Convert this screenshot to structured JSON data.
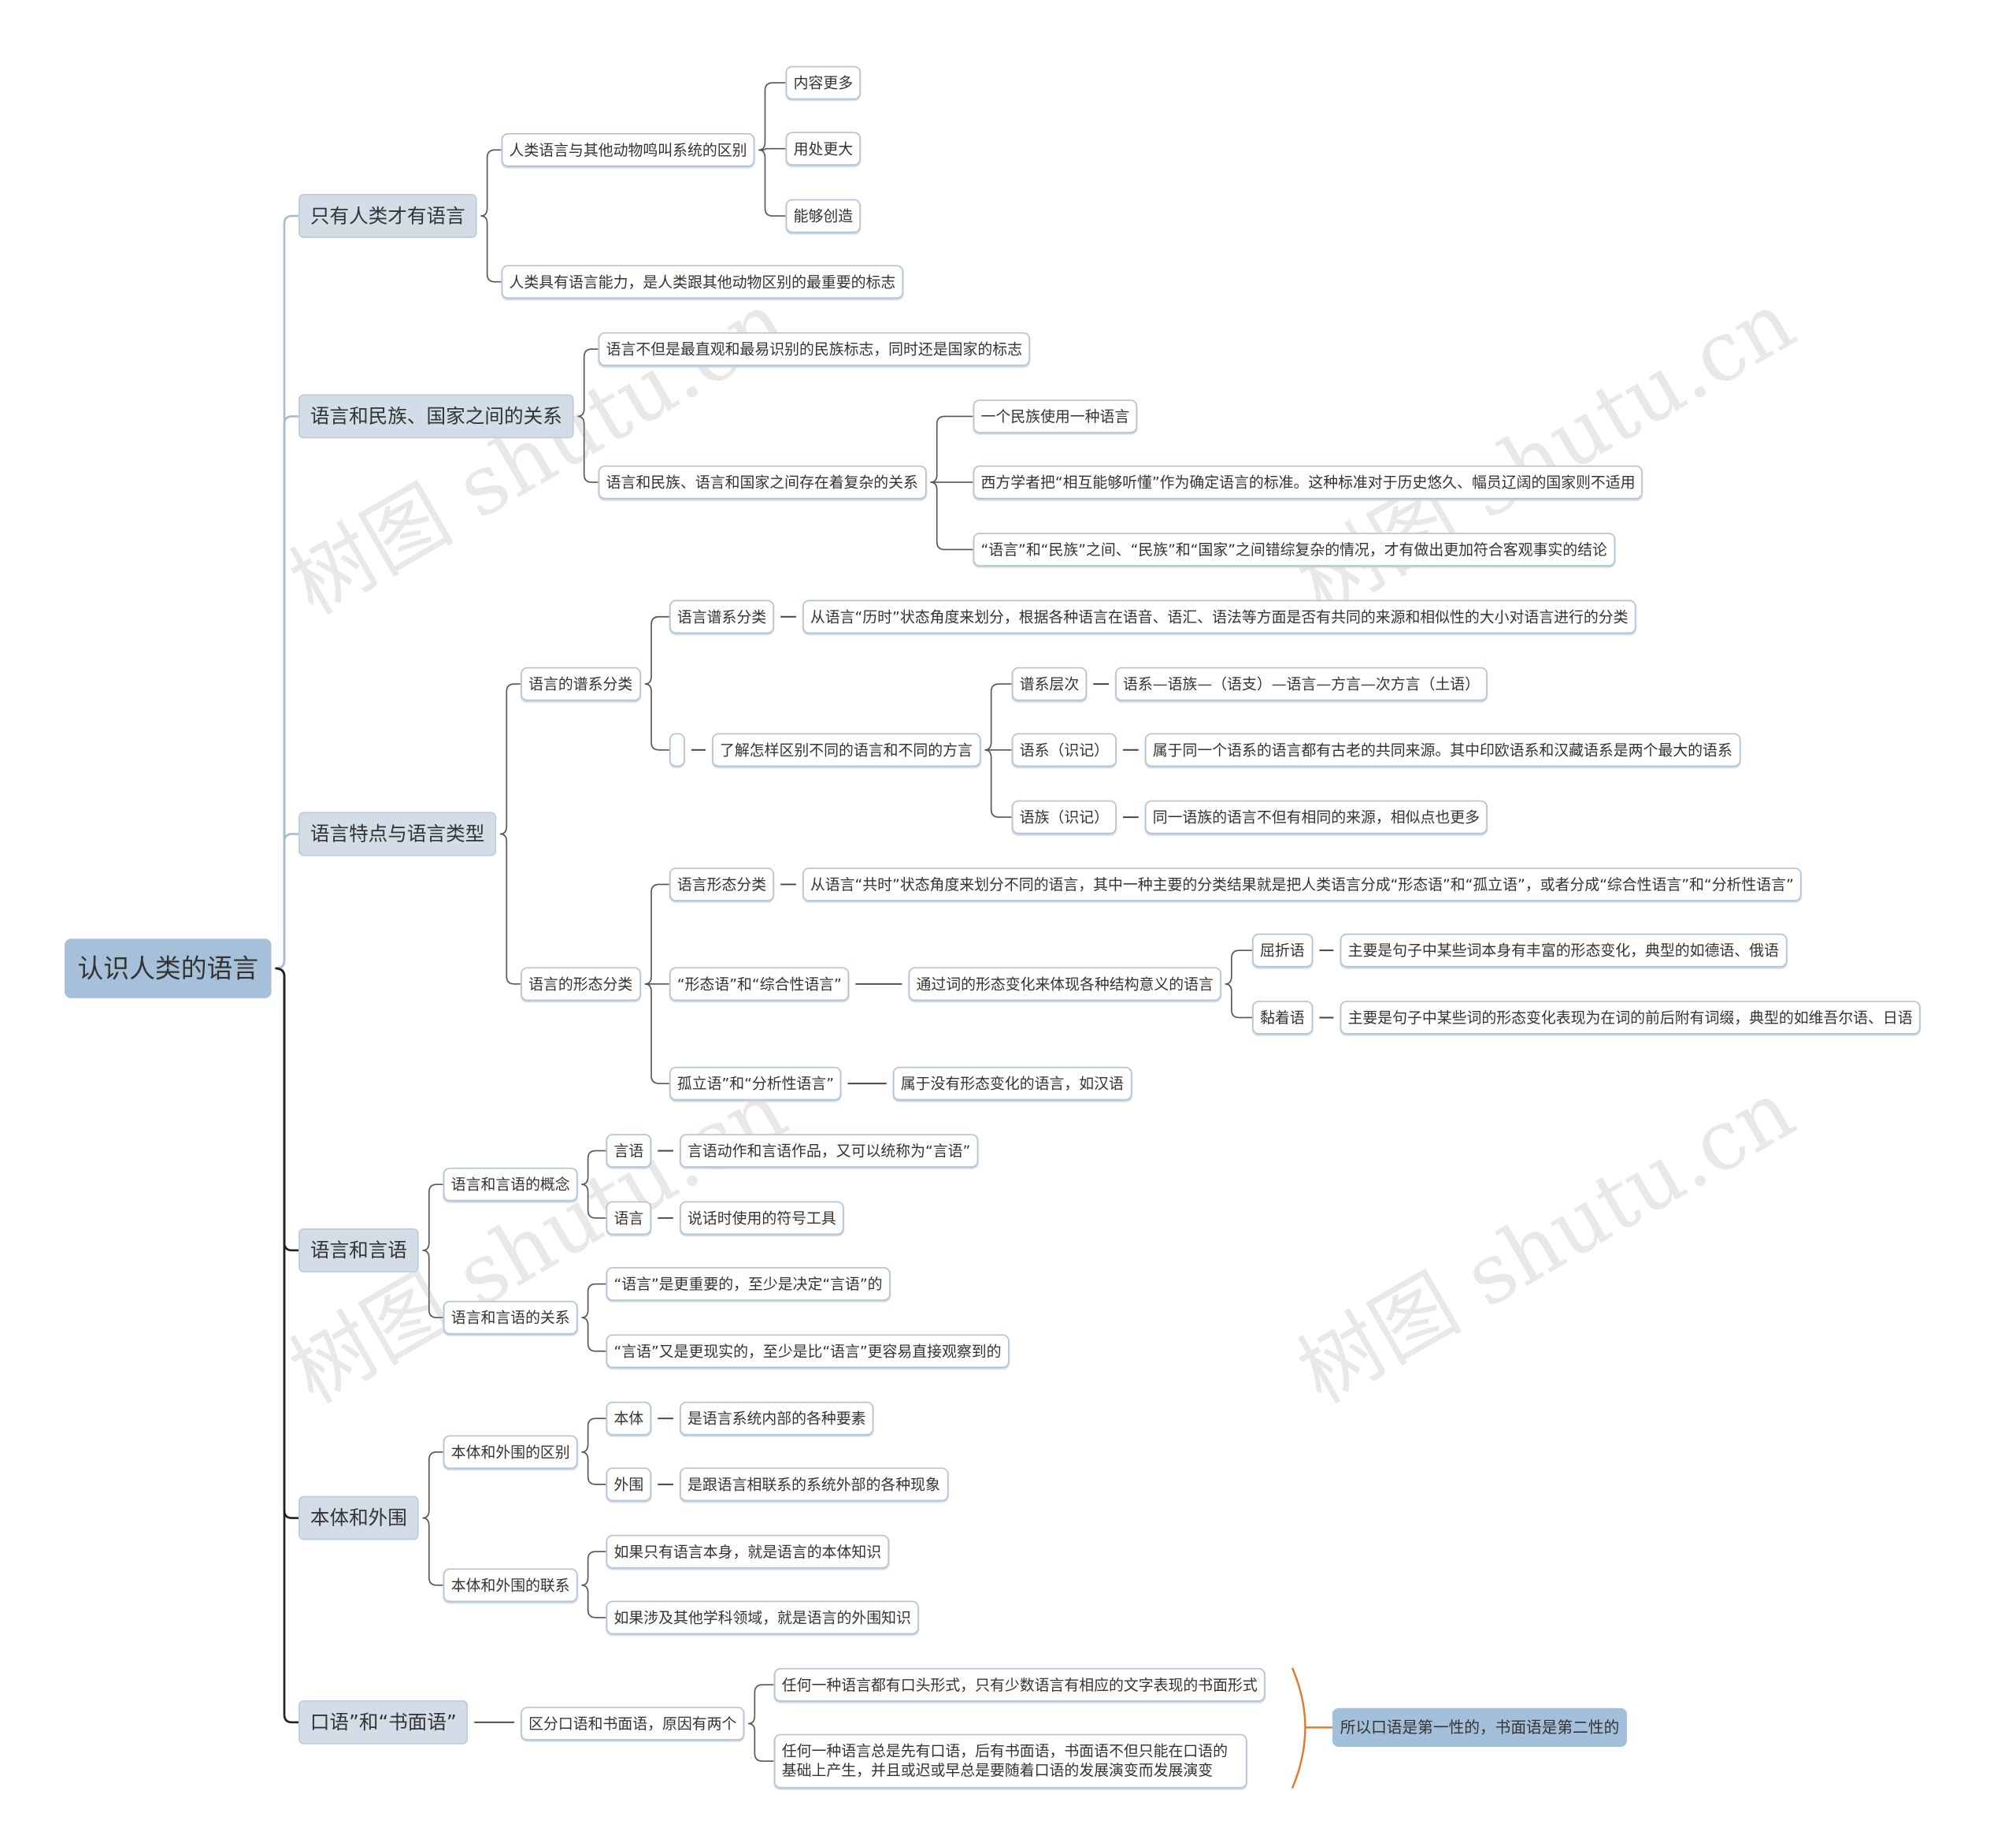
{
  "root": "认识人类的语言",
  "watermark": "树图 shutu.cn",
  "nodes": {
    "a": "只有人类才有语言",
    "a1": "人类语言与其他动物鸣叫系统的区别",
    "a1a": "内容更多",
    "a1b": "用处更大",
    "a1c": "能够创造",
    "a2": "人类具有语言能力，是人类跟其他动物区别的最重要的标志",
    "b": "语言和民族、国家之间的关系",
    "b1": "语言不但是最直观和最易识别的民族标志，同时还是国家的标志",
    "b2": "语言和民族、语言和国家之间存在着复杂的关系",
    "b2a": "一个民族使用一种语言",
    "b2b": "西方学者把“相互能够听懂”作为确定语言的标准。这种标准对于历史悠久、幅员辽阔的国家则不适用",
    "b2c": "“语言”和“民族”之间、“民族”和“国家”之间错综复杂的情况，才有做出更加符合客观事实的结论",
    "c": "语言特点与语言类型",
    "c1": "语言的谱系分类",
    "c1a": "语言谱系分类",
    "c1a1": "从语言“历时”状态角度来划分，根据各种语言在语音、语汇、语法等方面是否有共同的来源和相似性的大小对语言进行的分类",
    "c1b": "",
    "c1b1": "了解怎样区别不同的语言和不同的方言",
    "c1b1a": "谱系层次",
    "c1b1a1": "语系—语族—（语支）—语言—方言—次方言（土语）",
    "c1b1b": "语系（识记）",
    "c1b1b1": "属于同一个语系的语言都有古老的共同来源。其中印欧语系和汉藏语系是两个最大的语系",
    "c1b1c": "语族（识记）",
    "c1b1c1": "同一语族的语言不但有相同的来源，相似点也更多",
    "c2": "语言的形态分类",
    "c2a": "语言形态分类",
    "c2a1": "从语言“共时”状态角度来划分不同的语言，其中一种主要的分类结果就是把人类语言分成“形态语”和“孤立语”，或者分成“综合性语言”和“分析性语言”",
    "c2b": "“形态语”和“综合性语言”",
    "c2b1": "通过词的形态变化来体现各种结构意义的语言",
    "c2b1a": "屈折语",
    "c2b1a1": "主要是句子中某些词本身有丰富的形态变化，典型的如德语、俄语",
    "c2b1b": "黏着语",
    "c2b1b1": "主要是句子中某些词的形态变化表现为在词的前后附有词缀，典型的如维吾尔语、日语",
    "c2c": "孤立语”和“分析性语言”",
    "c2c1": "属于没有形态变化的语言，如汉语",
    "d": "语言和言语",
    "d1": "语言和言语的概念",
    "d1a": "言语",
    "d1a1": "言语动作和言语作品，又可以统称为“言语”",
    "d1b": "语言",
    "d1b1": "说话时使用的符号工具",
    "d2": "语言和言语的关系",
    "d2a": "“语言”是更重要的，至少是决定“言语”的",
    "d2b": "“言语”又是更现实的，至少是比“语言”更容易直接观察到的",
    "e": "本体和外围",
    "e1": "本体和外围的区别",
    "e1a": "本体",
    "e1a1": "是语言系统内部的各种要素",
    "e1b": "外围",
    "e1b1": "是跟语言相联系的系统外部的各种现象",
    "e2": "本体和外围的联系",
    "e2a": "如果只有语言本身，就是语言的本体知识",
    "e2b": "如果涉及其他学科领域，就是语言的外围知识",
    "f": "口语”和“书面语”",
    "f1": "区分口语和书面语，原因有两个",
    "f1a": "任何一种语言都有口头形式，只有少数语言有相应的文字表现的书面形式",
    "f1b": "任何一种语言总是先有口语，后有书面语，书面语不但只能在口语的基础上产生，并且或迟或早总是要随着口语的发展演变而发展演变",
    "summary": "所以口语是第一性的，书面语是第二性的"
  },
  "colors": {
    "root": "#a7c0d9",
    "branch": "#d3dde8",
    "summary": "#a3bfda",
    "summary_bracket": "#e07a2e"
  }
}
